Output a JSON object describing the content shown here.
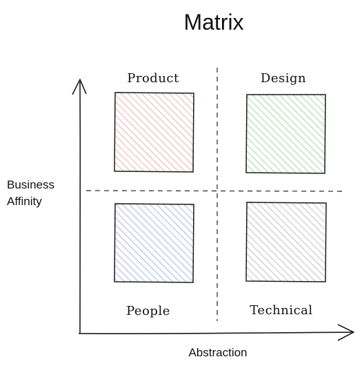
{
  "title": "Matrix",
  "axes": {
    "x_label": "Abstraction",
    "y_label_line1": "Business",
    "y_label_line2": "Affinity"
  },
  "quadrants": [
    {
      "id": "product",
      "label": "Product",
      "fill": "#f4a3a3",
      "stroke": "#e05a5a"
    },
    {
      "id": "design",
      "label": "Design",
      "fill": "#a3dca8",
      "stroke": "#3faa4c"
    },
    {
      "id": "people",
      "label": "People",
      "fill": "#a9b6ec",
      "stroke": "#5468d4"
    },
    {
      "id": "technical",
      "label": "Technical",
      "fill": "#c8c8c8",
      "stroke": "#8a8a8a"
    }
  ],
  "colors": {
    "ink": "#1a1a1a"
  }
}
